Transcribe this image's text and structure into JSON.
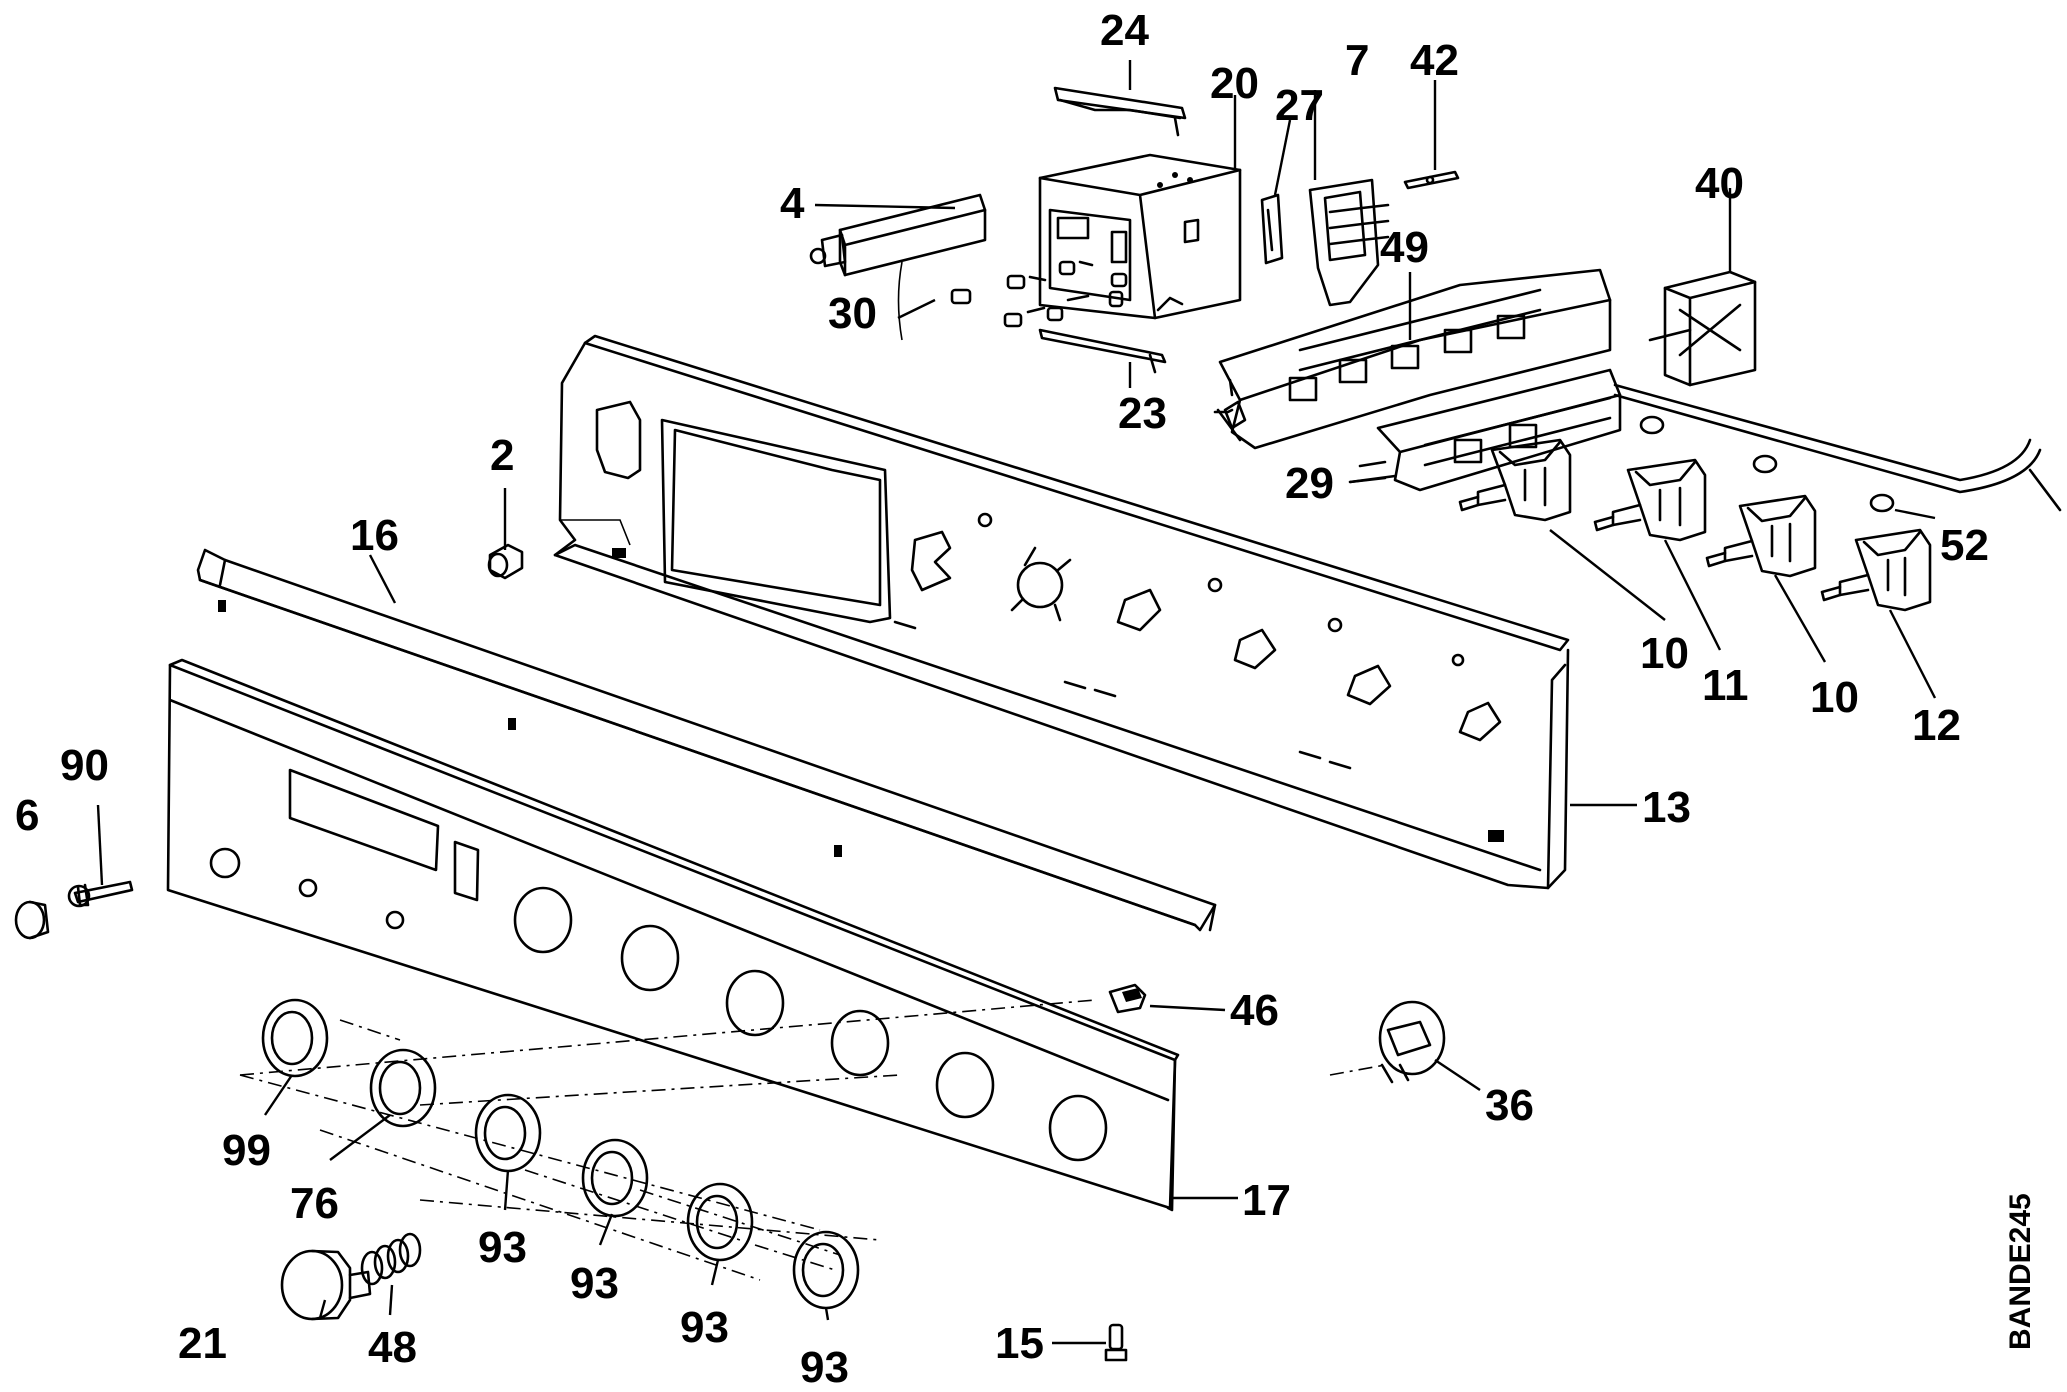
{
  "diagram": {
    "drawing_code": "BANDE245",
    "part_numbers": {
      "p24": "24",
      "p20": "20",
      "p7": "7",
      "p42": "42",
      "p27": "27",
      "p4": "4",
      "p49": "49",
      "p40": "40",
      "p30": "30",
      "p23": "23",
      "p2": "2",
      "p29": "29",
      "p52": "52",
      "p16": "16",
      "p10a": "10",
      "p11": "11",
      "p10b": "10",
      "p12": "12",
      "p13": "13",
      "p90": "90",
      "p6": "6",
      "p46": "46",
      "p36": "36",
      "p99": "99",
      "p76": "76",
      "p17": "17",
      "p93a": "93",
      "p93b": "93",
      "p21": "21",
      "p48": "48",
      "p93c": "93",
      "p15": "15",
      "p93d": "93"
    }
  }
}
